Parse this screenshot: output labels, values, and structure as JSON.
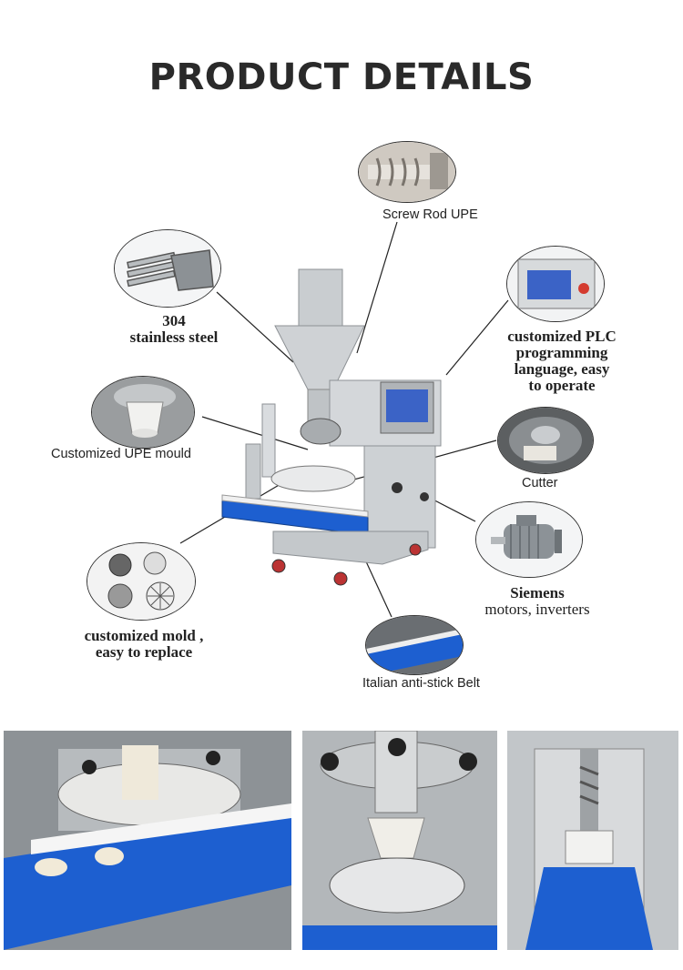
{
  "title": "PRODUCT DETAILS",
  "callouts": {
    "screw_rod": "Screw Rod UPE",
    "steel_line1": "304",
    "steel_line2": "stainless steel",
    "plc_line1": "customized PLC",
    "plc_line2": "programming",
    "plc_line3": "language, easy",
    "plc_line4": "to operate",
    "upe_mould": "Customized UPE mould",
    "cutter": "Cutter",
    "siemens_line1": "Siemens",
    "siemens_line2": "motors, inverters",
    "mold_line1": "customized mold ,",
    "mold_line2": "easy to replace",
    "belt": "Italian anti-stick Belt"
  },
  "colors": {
    "belt_blue": "#1d5fd0",
    "steel": "#c3c7ca",
    "screen": "#3b63c6"
  }
}
